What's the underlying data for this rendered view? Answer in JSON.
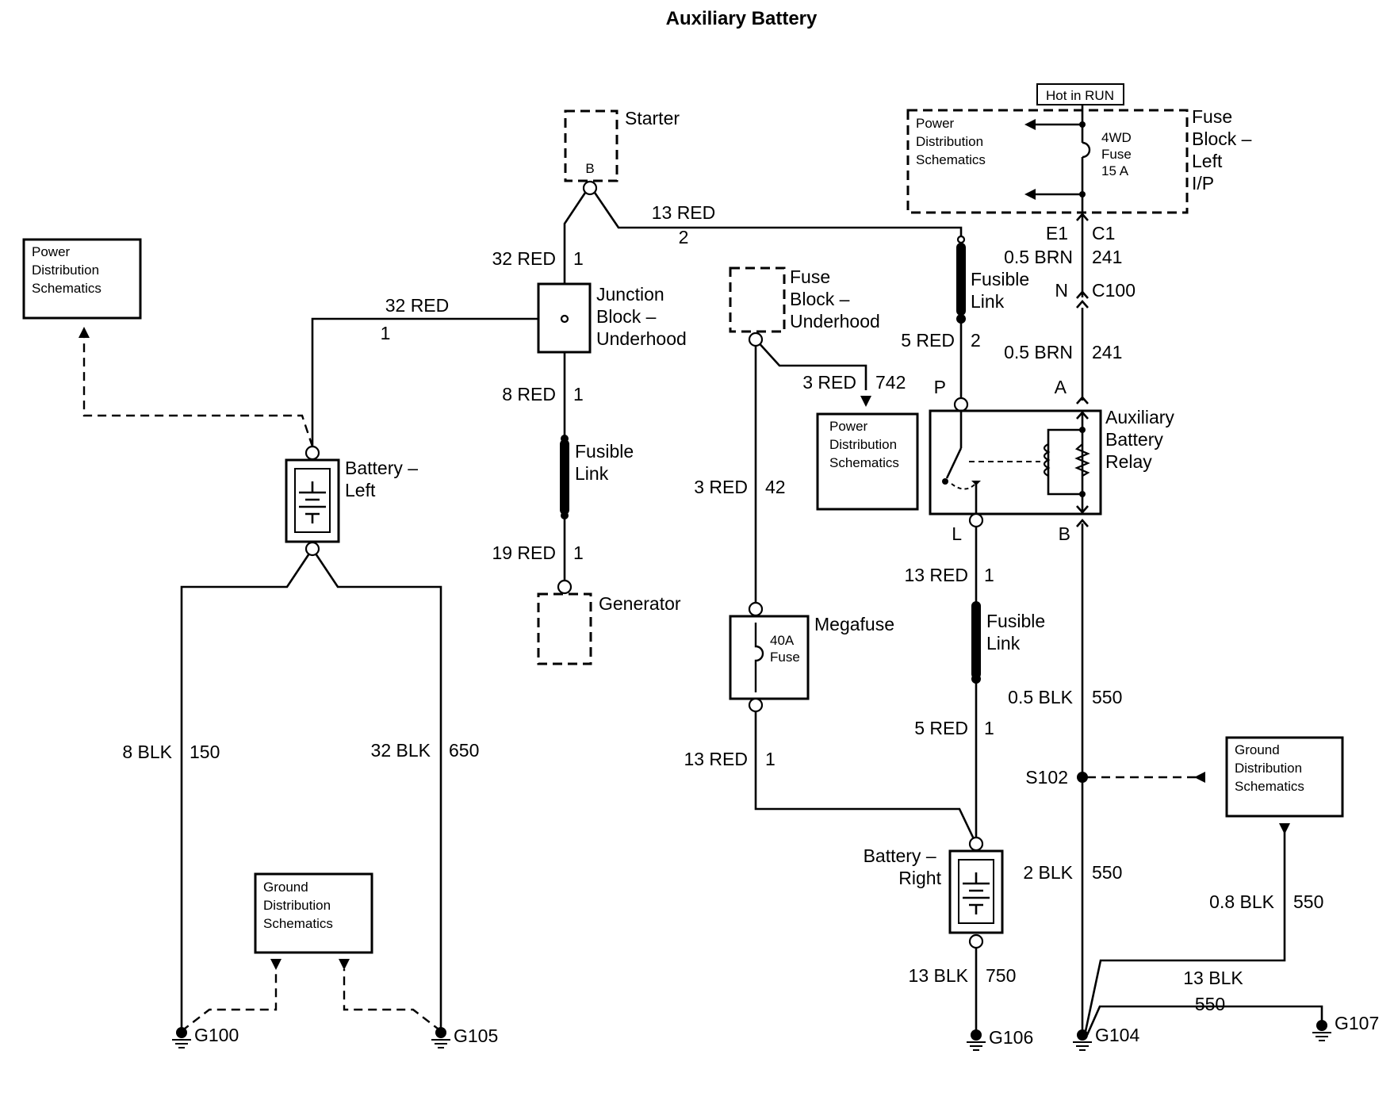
{
  "title": "Auxiliary Battery",
  "components": {
    "starter": {
      "label": "Starter",
      "pin": "B"
    },
    "junction_block": {
      "label_lines": [
        "Junction",
        "Block –",
        "Underhood"
      ]
    },
    "fuse_block_underhood": {
      "label_lines": [
        "Fuse",
        "Block –",
        "Underhood"
      ]
    },
    "fuse_block_left_ip": {
      "label_lines": [
        "Fuse",
        "Block –",
        "Left",
        "I/P"
      ],
      "hot_in": "Hot in RUN",
      "fuse_lines": [
        "4WD",
        "Fuse",
        "15 A"
      ]
    },
    "generator": {
      "label": "Generator"
    },
    "megafuse": {
      "label": "Megafuse",
      "fuse_lines": [
        "40A",
        "Fuse"
      ]
    },
    "battery_left": {
      "label_lines": [
        "Battery –",
        "Left"
      ]
    },
    "battery_right": {
      "label_lines": [
        "Battery –",
        "Right"
      ]
    },
    "aux_relay": {
      "label_lines": [
        "Auxiliary",
        "Battery",
        "Relay"
      ],
      "pins": {
        "p": "P",
        "a": "A",
        "l": "L",
        "b": "B"
      }
    },
    "fusible_link": {
      "label_lines": [
        "Fusible",
        "Link"
      ]
    }
  },
  "references": {
    "power_distribution": [
      "Power",
      "Distribution",
      "Schematics"
    ],
    "ground_distribution": [
      "Ground",
      "Distribution",
      "Schematics"
    ]
  },
  "connectors": {
    "e1": "E1",
    "c1": "C1",
    "n": "N",
    "c100": "C100",
    "s102": "S102"
  },
  "grounds": {
    "g100": "G100",
    "g105": "G105",
    "g106": "G106",
    "g104": "G104",
    "g107": "G107"
  },
  "wires": {
    "w_13red_2_top": {
      "gauge": "13 RED",
      "circuit": "2"
    },
    "w_32red_1_vert": {
      "gauge": "32 RED",
      "circuit": "1"
    },
    "w_32red_1_horiz": {
      "gauge": "32 RED",
      "circuit": "1"
    },
    "w_8red_1": {
      "gauge": "8 RED",
      "circuit": "1"
    },
    "w_19red_1": {
      "gauge": "19 RED",
      "circuit": "1"
    },
    "w_3red_742": {
      "gauge": "3 RED",
      "circuit": "742"
    },
    "w_3red_42": {
      "gauge": "3 RED",
      "circuit": "42"
    },
    "w_13red_1_mega": {
      "gauge": "13 RED",
      "circuit": "1"
    },
    "w_05brn_241_top": {
      "gauge": "0.5 BRN",
      "circuit": "241"
    },
    "w_05brn_241_low": {
      "gauge": "0.5 BRN",
      "circuit": "241"
    },
    "w_5red_2": {
      "gauge": "5 RED",
      "circuit": "2"
    },
    "w_13red_1_relay": {
      "gauge": "13 RED",
      "circuit": "1"
    },
    "w_5red_1": {
      "gauge": "5 RED",
      "circuit": "1"
    },
    "w_05blk_550": {
      "gauge": "0.5 BLK",
      "circuit": "550"
    },
    "w_2blk_550": {
      "gauge": "2 BLK",
      "circuit": "550"
    },
    "w_08blk_550": {
      "gauge": "0.8 BLK",
      "circuit": "550"
    },
    "w_13blk_550": {
      "gauge": "13 BLK",
      "circuit": "550"
    },
    "w_13blk_750": {
      "gauge": "13 BLK",
      "circuit": "750"
    },
    "w_8blk_150": {
      "gauge": "8 BLK",
      "circuit": "150"
    },
    "w_32blk_650": {
      "gauge": "32 BLK",
      "circuit": "650"
    }
  }
}
